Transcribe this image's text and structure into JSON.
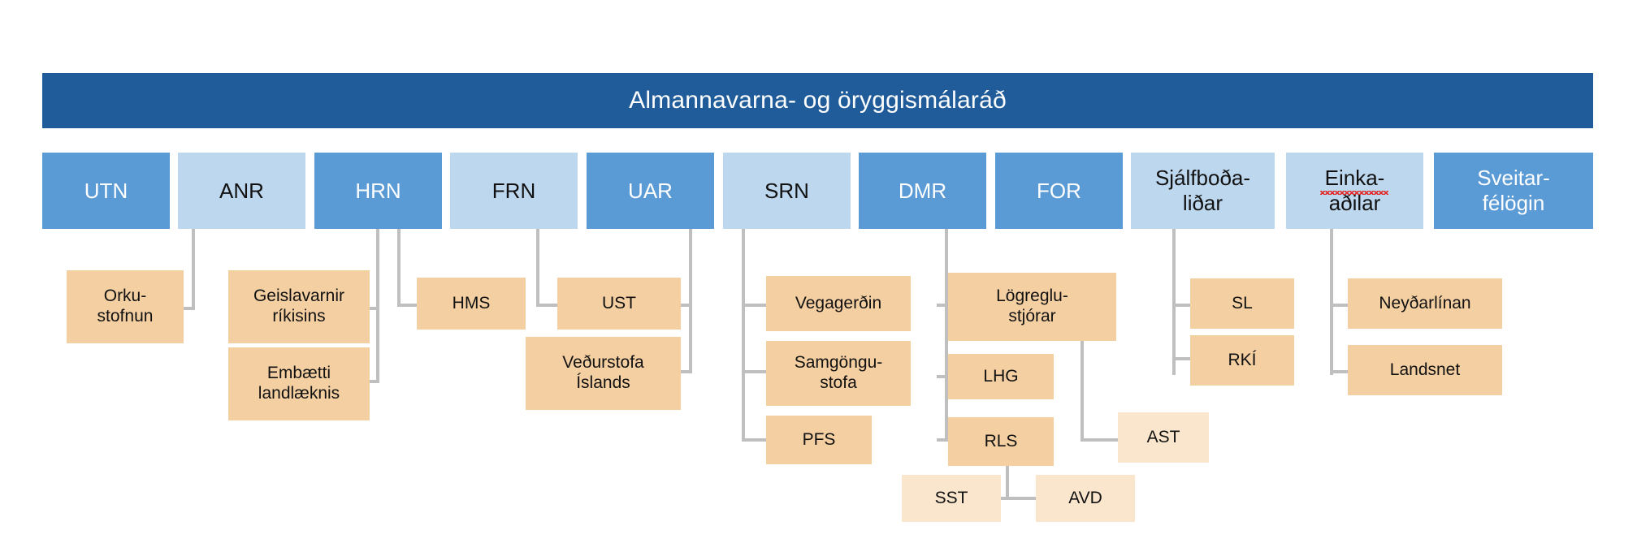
{
  "diagram": {
    "title": "Almannavarna- og öryggismálaráð",
    "colors": {
      "council": "#1F5C99",
      "ministry_dark": "#5B9BD5",
      "ministry_light": "#BDD7EE",
      "agency": "#F4CFA2",
      "agency_pale": "#FAE6CD",
      "connector": "#BFBFBF",
      "background": "#FFFFFF",
      "spellcheck": "#E03030"
    },
    "council": {
      "label": "Almannavarna- og öryggismálaráð"
    },
    "level1": [
      {
        "id": "utn",
        "label": "UTN",
        "tone": "dark"
      },
      {
        "id": "anr",
        "label": "ANR",
        "tone": "light"
      },
      {
        "id": "hrn",
        "label": "HRN",
        "tone": "dark"
      },
      {
        "id": "frn",
        "label": "FRN",
        "tone": "light"
      },
      {
        "id": "uar",
        "label": "UAR",
        "tone": "dark"
      },
      {
        "id": "srn",
        "label": "SRN",
        "tone": "light"
      },
      {
        "id": "dmr",
        "label": "DMR",
        "tone": "dark"
      },
      {
        "id": "for",
        "label": "FOR",
        "tone": "dark"
      },
      {
        "id": "sjb",
        "label": "Sjálfboða-\nliðar",
        "tone": "light"
      },
      {
        "id": "eink",
        "label": "Einka-\naðilar",
        "tone": "light",
        "spellcheck": true
      },
      {
        "id": "svf",
        "label": "Sveitar-\nfélögin",
        "tone": "dark"
      }
    ],
    "agencies": [
      {
        "id": "orkustofnun",
        "parent": "utn",
        "label": "Orku-\nstofnun",
        "tone": "normal"
      },
      {
        "id": "geislavarnir",
        "parent": "anr",
        "label": "Geislavarnir\nríkisins",
        "tone": "normal"
      },
      {
        "id": "landlaeknir",
        "parent": "anr",
        "label": "Embætti\nlandlæknis",
        "tone": "normal"
      },
      {
        "id": "hms",
        "parent": "hrn",
        "label": "HMS",
        "tone": "normal"
      },
      {
        "id": "ust",
        "parent": "frn",
        "label": "UST",
        "tone": "normal"
      },
      {
        "id": "vedurstofa",
        "parent": "uar",
        "label": "Veðurstofa\nÍslands",
        "tone": "normal"
      },
      {
        "id": "vegagerdin",
        "parent": "srn",
        "label": "Vegagerðin",
        "tone": "normal"
      },
      {
        "id": "samgongu",
        "parent": "srn",
        "label": "Samgöngu-\nstofa",
        "tone": "normal"
      },
      {
        "id": "pfs",
        "parent": "srn",
        "label": "PFS",
        "tone": "normal"
      },
      {
        "id": "logreglu",
        "parent": "dmr",
        "label": "Lögreglu-\nstjórar",
        "tone": "normal"
      },
      {
        "id": "lhg",
        "parent": "dmr",
        "label": "LHG",
        "tone": "normal"
      },
      {
        "id": "rls",
        "parent": "dmr",
        "label": "RLS",
        "tone": "normal"
      },
      {
        "id": "ast",
        "parent": "logreglu",
        "label": "AST",
        "tone": "pale"
      },
      {
        "id": "sst",
        "parent": "rls",
        "label": "SST",
        "tone": "pale"
      },
      {
        "id": "avd",
        "parent": "rls",
        "label": "AVD",
        "tone": "pale"
      },
      {
        "id": "sl",
        "parent": "sjb",
        "label": "SL",
        "tone": "normal"
      },
      {
        "id": "rki",
        "parent": "sjb",
        "label": "RKÍ",
        "tone": "normal"
      },
      {
        "id": "neydarlinan",
        "parent": "eink",
        "label": "Neyðarlínan",
        "tone": "normal"
      },
      {
        "id": "landsnet",
        "parent": "eink",
        "label": "Landsnet",
        "tone": "normal"
      }
    ]
  }
}
